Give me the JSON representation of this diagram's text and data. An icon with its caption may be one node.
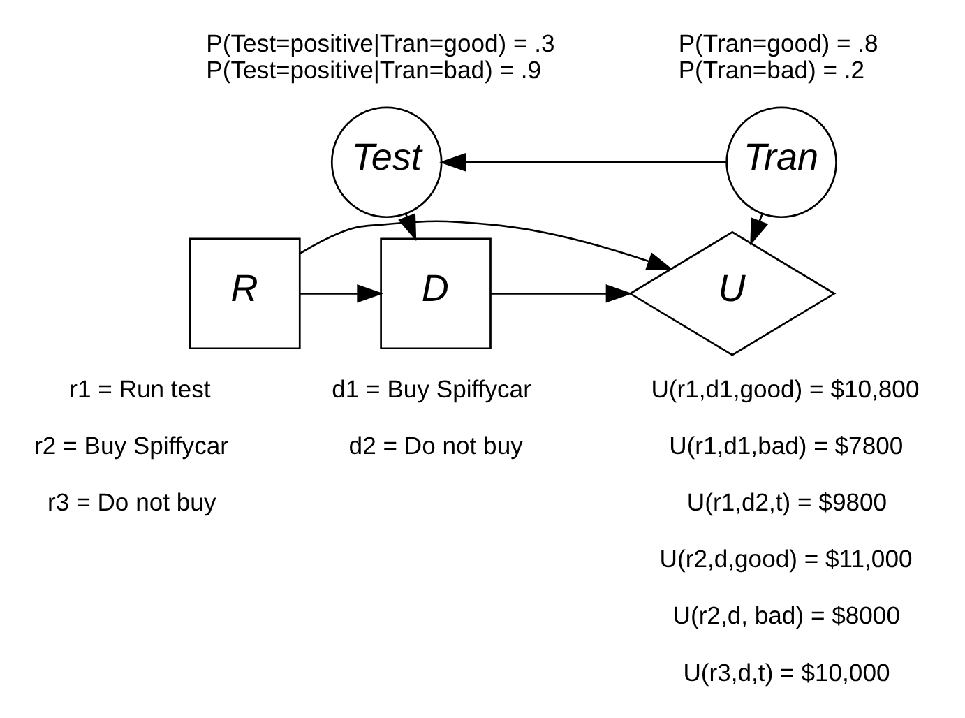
{
  "diagram": {
    "nodes": [
      {
        "text": [
          "Test"
        ],
        "beside": [
          "P(Test=positive|Tran=good) = .3",
          "P(Test=positive|Tran=bad) = .9"
        ]
      },
      {
        "text": [
          "Tran"
        ],
        "beside": [
          "P(Tran=good) = .8",
          "P(Tran=bad) = .2"
        ]
      },
      {
        "text": [
          "R"
        ]
      },
      {
        "text": [
          "D"
        ]
      },
      {
        "text": [
          "U"
        ]
      }
    ],
    "edges": [
      {
        "from": 1,
        "to": 0,
        "arrow": "to"
      },
      {
        "from": 0,
        "to": 3,
        "arrow": "to"
      },
      {
        "from": 1,
        "to": 4,
        "arrow": "to"
      },
      {
        "from": 2,
        "to": 3,
        "arrow": "to"
      },
      {
        "from": 3,
        "to": 4,
        "arrow": "to"
      },
      {
        "from": 2,
        "to": 4,
        "arrow": "to"
      }
    ],
    "labels": [
      "r1 = Run test",
      "d1 = Buy Spiffycar",
      "U(r1,d1,good) = $10,800",
      "r2 = Buy Spiffycar",
      "d2 = Do not buy",
      "U(r1,d1,bad) = $7800",
      "r3 = Do not buy",
      "U(r1,d2,t) = $9800",
      "U(r2,d,good) = $11,000",
      "U(r2,d, bad) = $8000",
      "U(r3,d,t) = $10,000"
    ]
  }
}
